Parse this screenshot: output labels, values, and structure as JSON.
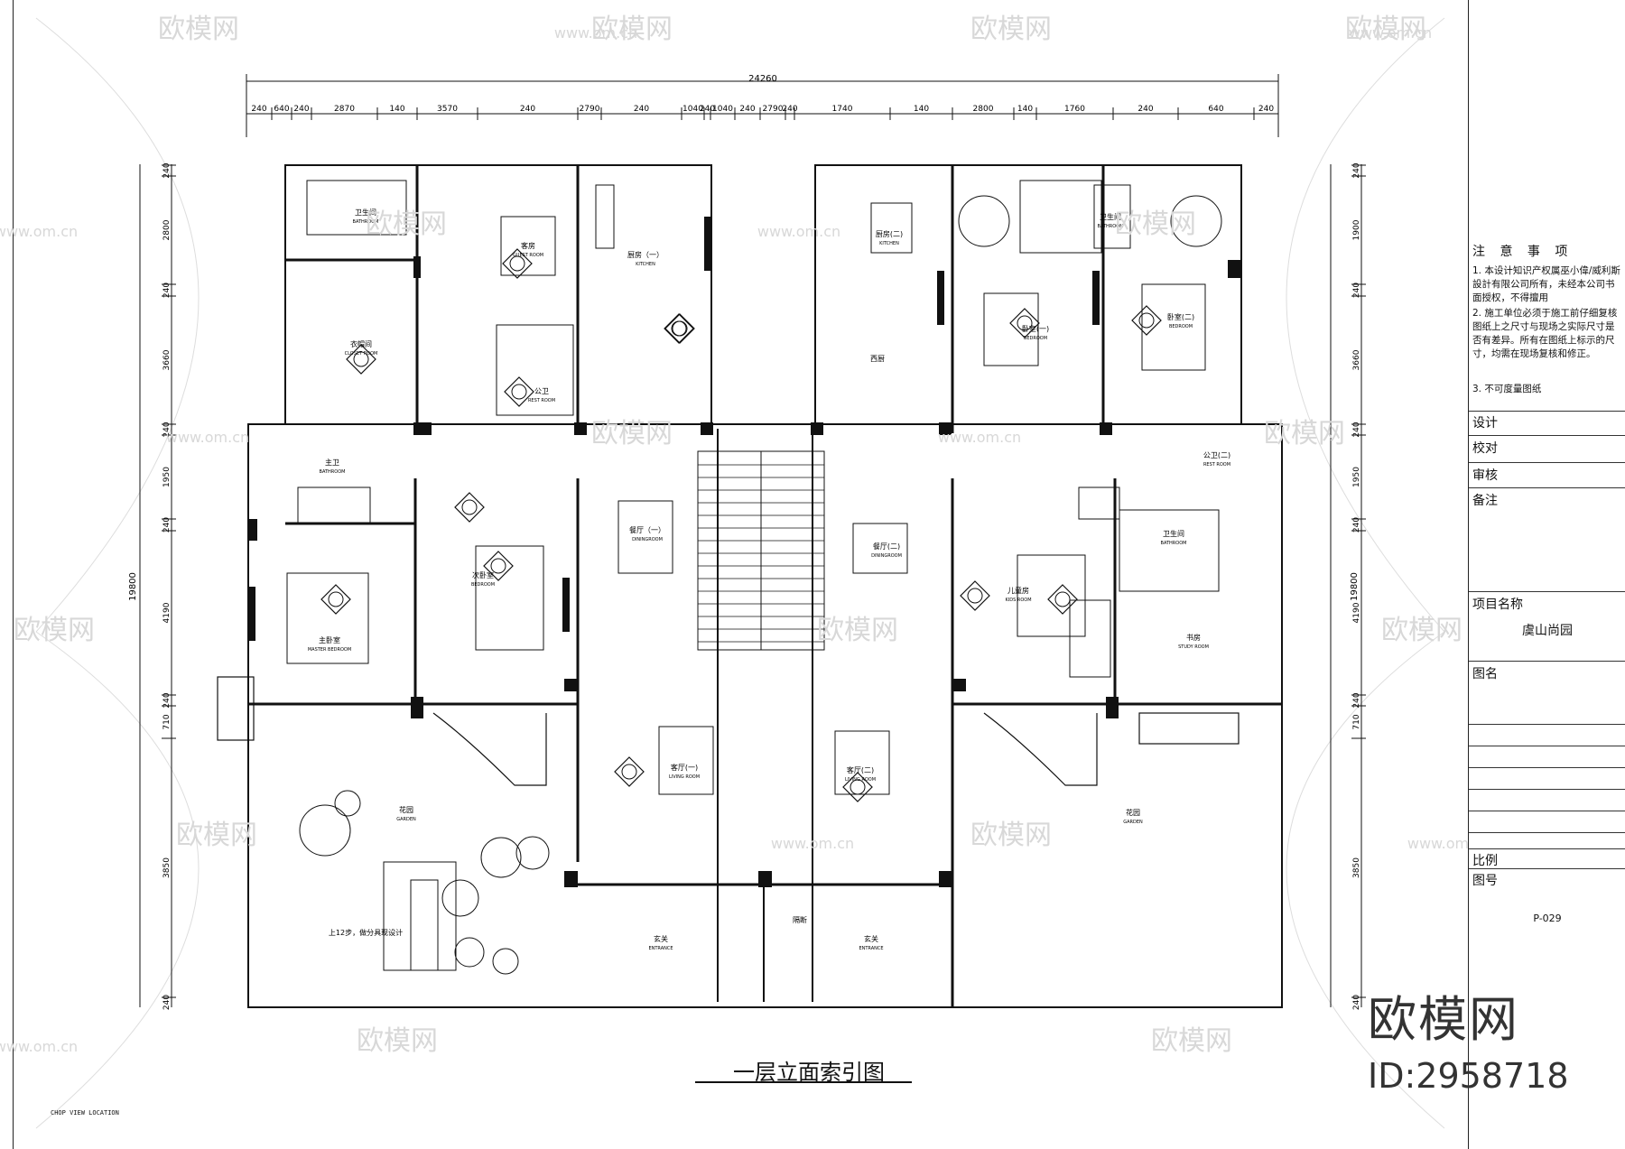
{
  "drawing": {
    "title": "一层立面索引图",
    "corner_note": "CHOP VIEW LOCATION"
  },
  "dimensions": {
    "overall_width": "24260",
    "overall_height": "19800",
    "top_segments": [
      "240",
      "640",
      "240",
      "2870",
      "140",
      "3570",
      "240",
      "2790",
      "240",
      "1040",
      "240",
      "1040",
      "240",
      "2790",
      "240",
      "1740",
      "140",
      "2800",
      "140",
      "1760",
      "240",
      "640",
      "240"
    ],
    "left_segments": [
      "240",
      "2800",
      "240",
      "3660",
      "240",
      "1950",
      "240",
      "4190",
      "240",
      "710",
      "3850",
      "240"
    ],
    "right_segments": [
      "240",
      "1900",
      "240",
      "3660",
      "240",
      "1950",
      "240",
      "4190",
      "240",
      "710",
      "3850",
      "240"
    ]
  },
  "rooms": {
    "bathroom_top": {
      "cn": "卫生间",
      "en": "BATHROOM"
    },
    "guest_room": {
      "cn": "客房",
      "en": "GUEST ROOM"
    },
    "kitchen_1": {
      "cn": "厨房（一）",
      "en": "KITCHEN"
    },
    "kitchen_2": {
      "cn": "厨房(二)",
      "en": "KITCHEN"
    },
    "closet": {
      "cn": "衣帽间",
      "en": "CLOSET ROOM"
    },
    "rest_room_1": {
      "cn": "公卫",
      "en": "REST ROOM"
    },
    "master_bath": {
      "cn": "主卫",
      "en": "BATHROOM"
    },
    "dining_1": {
      "cn": "餐厅（一）",
      "en": "DININGROOM"
    },
    "dining_2": {
      "cn": "餐厅(二)",
      "en": "DININGROOM"
    },
    "western_kitchen": {
      "cn": "西厨"
    },
    "bedroom_1": {
      "cn": "卧室(一)",
      "en": "BEDROOM"
    },
    "bedroom_2": {
      "cn": "卧室(二)",
      "en": "BEDROOM"
    },
    "bathroom_right": {
      "cn": "卫生间",
      "en": "BATHROOM"
    },
    "rest_room_2": {
      "cn": "公卫(二)",
      "en": "REST ROOM"
    },
    "bathroom_mid_right": {
      "cn": "卫生间",
      "en": "BATHROOM"
    },
    "master_bedroom": {
      "cn": "主卧室",
      "en": "MASTER BEDROOM"
    },
    "second_bedroom": {
      "cn": "次卧室",
      "en": "BEDROOM"
    },
    "kids_room": {
      "cn": "儿童房",
      "en": "KIDS ROOM"
    },
    "study": {
      "cn": "书房",
      "en": "STUDY ROOM"
    },
    "living_1": {
      "cn": "客厅(一)",
      "en": "LIVING ROOM"
    },
    "living_2": {
      "cn": "客厅(二)",
      "en": "LIVING ROOM"
    },
    "garden_left": {
      "cn": "花园",
      "en": "GARDEN"
    },
    "garden_right": {
      "cn": "花园",
      "en": "GARDEN"
    },
    "entrance_1": {
      "cn": "玄关",
      "en": "ENTRANCE"
    },
    "entrance_2": {
      "cn": "玄关",
      "en": "ENTRANCE"
    },
    "stair_note": "上12步，做分具现设计",
    "entry_label": "隔断"
  },
  "watermark": {
    "brand": "欧模网",
    "site": "www.om.cn"
  },
  "title_block": {
    "notes_title": "注 意 事 项",
    "notes": [
      "1. 本设计知识产权属巫小偉/威利斯設計有限公司所有，未经本公司书面授权，不得擅用",
      "2. 施工单位必须于施工前仔细复核图纸上之尺寸与现场之实际尺寸是否有差异。所有在图纸上标示的尺寸，均需在现场复核和修正。",
      "3. 不可度量图纸"
    ],
    "design_label": "设计",
    "proofread_label": "校对",
    "review_label": "审核",
    "remarks_label": "备注",
    "project_label": "项目名称",
    "project_name": "虞山尚园",
    "drawing_name_label": "图名",
    "scale_label": "比例",
    "drawing_no_label": "图号",
    "drawing_no": "P-029"
  },
  "logo": {
    "text": "欧模网",
    "id": "ID:2958718"
  }
}
